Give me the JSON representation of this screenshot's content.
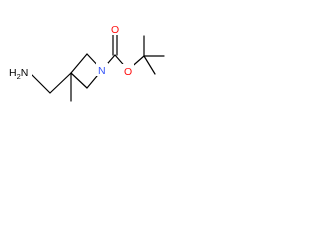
{
  "molecule": {
    "atoms": {
      "amine_label": "H2N",
      "nitrogen_label": "N",
      "ether_oxygen_label": "O",
      "carbonyl_oxygen_label": "O"
    },
    "colors": {
      "nitrogen": "#3050F8",
      "oxygen": "#FF0D0D",
      "bond": "#000000"
    }
  }
}
